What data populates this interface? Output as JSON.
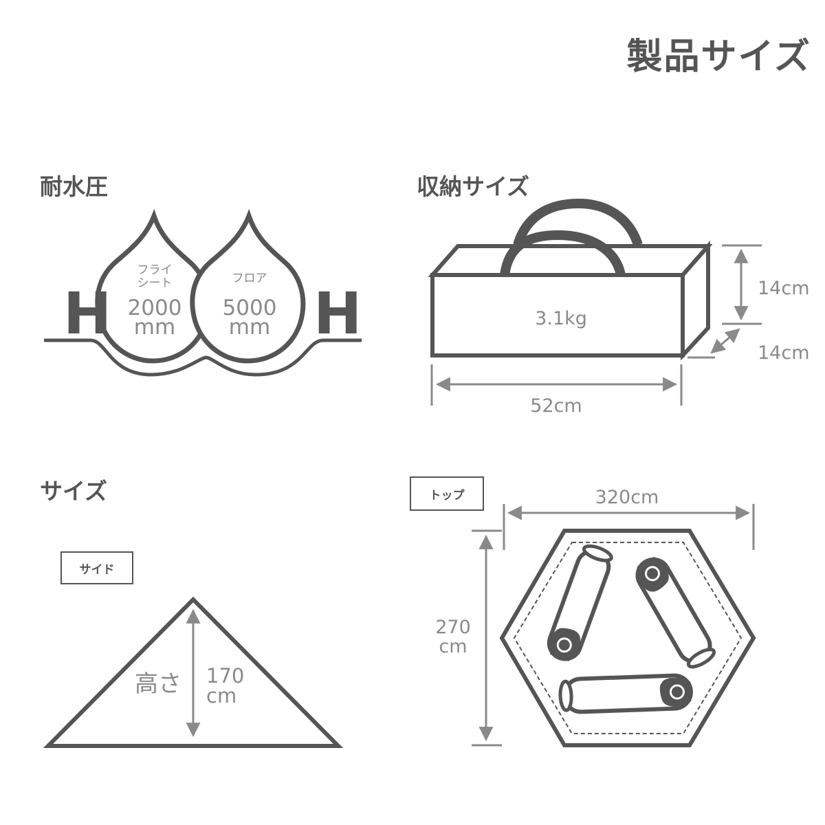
{
  "page_title": "製品サイズ",
  "water_resistance": {
    "heading": "耐水圧",
    "fly_label_line1": "フライ",
    "fly_label_line2": "シート",
    "fly_value": "2000",
    "fly_unit": "mm",
    "floor_label": "フロア",
    "floor_value": "5000",
    "floor_unit": "mm",
    "left_letter": "H",
    "right_letter": "H"
  },
  "storage": {
    "heading": "収納サイズ",
    "weight": "3.1kg",
    "height": "14cm",
    "depth": "14cm",
    "width": "52cm"
  },
  "size": {
    "heading": "サイズ",
    "side_label": "サイド",
    "height_word": "高さ",
    "height_value": "170",
    "height_unit": "cm"
  },
  "top_view": {
    "label": "トップ",
    "width": "320cm",
    "depth_value": "270",
    "depth_unit": "cm"
  },
  "colors": {
    "line": "#555555",
    "dimension": "#8a8a8a"
  }
}
